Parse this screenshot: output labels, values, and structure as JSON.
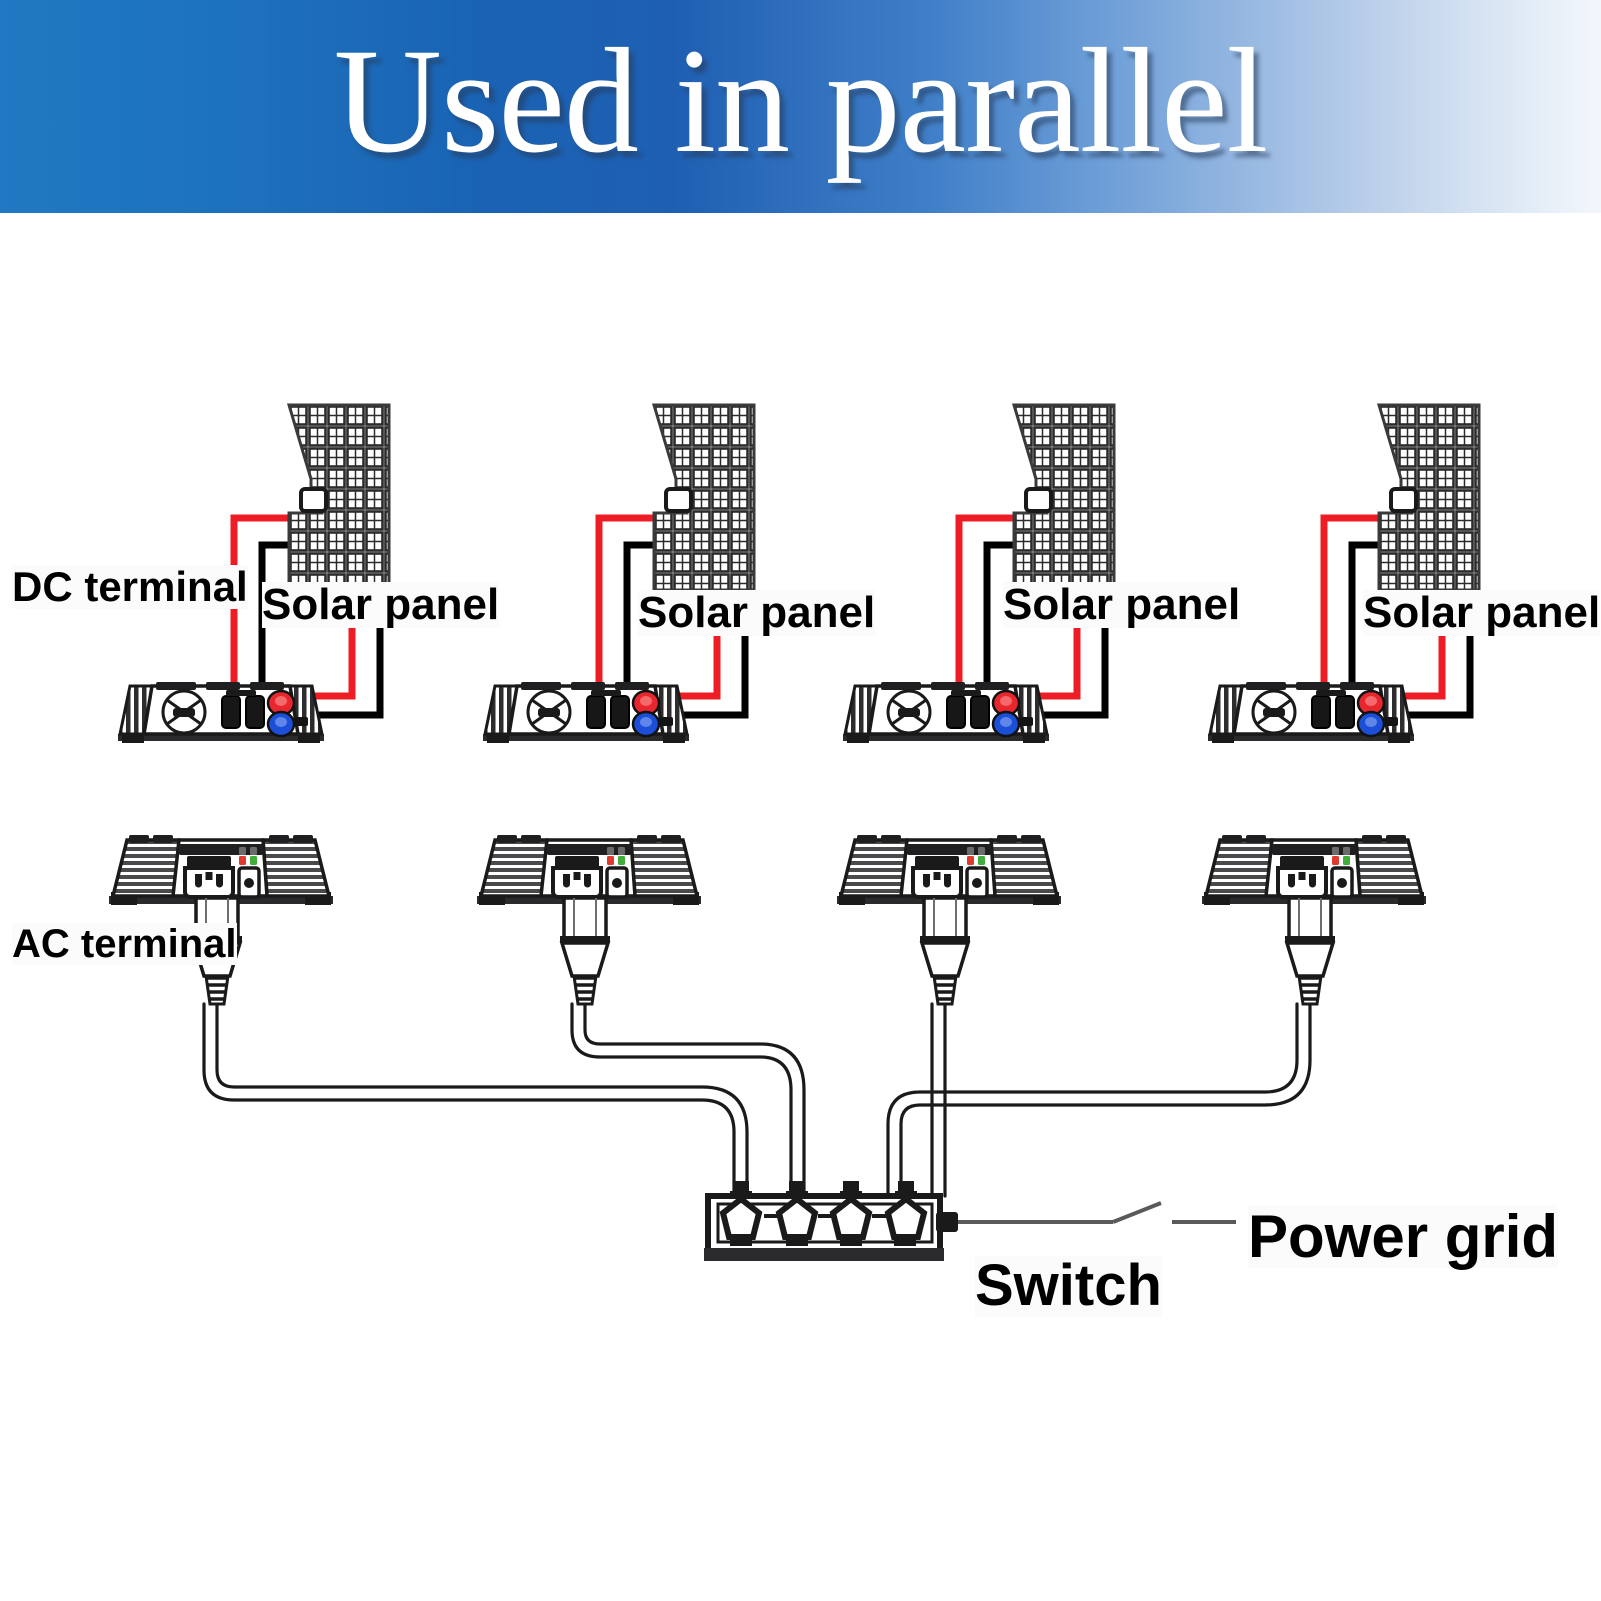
{
  "banner": {
    "title": "Used in parallel",
    "gradient_start": "#2079c2",
    "gradient_end": "#f3f7fc",
    "text_color": "#ffffff"
  },
  "labels": {
    "dc_terminal": "DC terminal",
    "ac_terminal": "AC terminal",
    "switch": "Switch",
    "power_grid": "Power grid",
    "solar_panel": "Solar panel"
  },
  "colors": {
    "positive_wire": "#ee1c24",
    "negative_wire": "#000000",
    "terminal_positive": "#e8262d",
    "terminal_negative": "#1b4fd8",
    "led_red": "#e03a2f",
    "led_green": "#3fae3a",
    "device_body": "#ffffff",
    "device_outline": "#1a1a1a",
    "fin_fill": "#58585a"
  },
  "diagram": {
    "type": "wiring-diagram",
    "topic": "Grid-tie micro inverters used in parallel",
    "string_count": 4,
    "solar_panel_labels": [
      "Solar panel",
      "Solar panel",
      "Solar panel",
      "Solar panel"
    ],
    "rows": [
      {
        "name": "solar-panel-row",
        "count": 4
      },
      {
        "name": "dc-inverter-row",
        "count": 4
      },
      {
        "name": "ac-inverter-row",
        "count": 4
      },
      {
        "name": "power-strip-row",
        "count": 1
      }
    ],
    "power_strip": {
      "outlet_count": 4,
      "plugged_count": 4
    },
    "grid_connection": "switch-to-power-grid"
  }
}
